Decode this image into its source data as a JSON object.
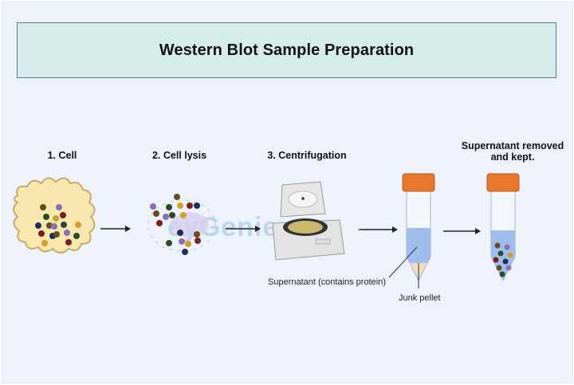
{
  "title": "Western Blot Sample Preparation",
  "steps": [
    {
      "label": "1.  Cell",
      "icon": "cell-icon"
    },
    {
      "label": "2. Cell lysis",
      "icon": "lysed-cell-icon"
    },
    {
      "label": "3. Centrifugation",
      "icon": "centrifuge-icon"
    },
    {
      "label": "Supernatant removed and kept.",
      "icon": "tube-with-supernatant-icon"
    }
  ],
  "annotations": {
    "supernatant": "Supernatant (contains protein)",
    "pellet": "Junk pellet"
  },
  "watermark": "eyGenie",
  "colors": {
    "background": "#eef3fb",
    "title_fill": "#d4ecea",
    "cell_fill": "#f9e7b0",
    "tube_cap": "#e5782d",
    "liquid": "#8fb4e8"
  }
}
